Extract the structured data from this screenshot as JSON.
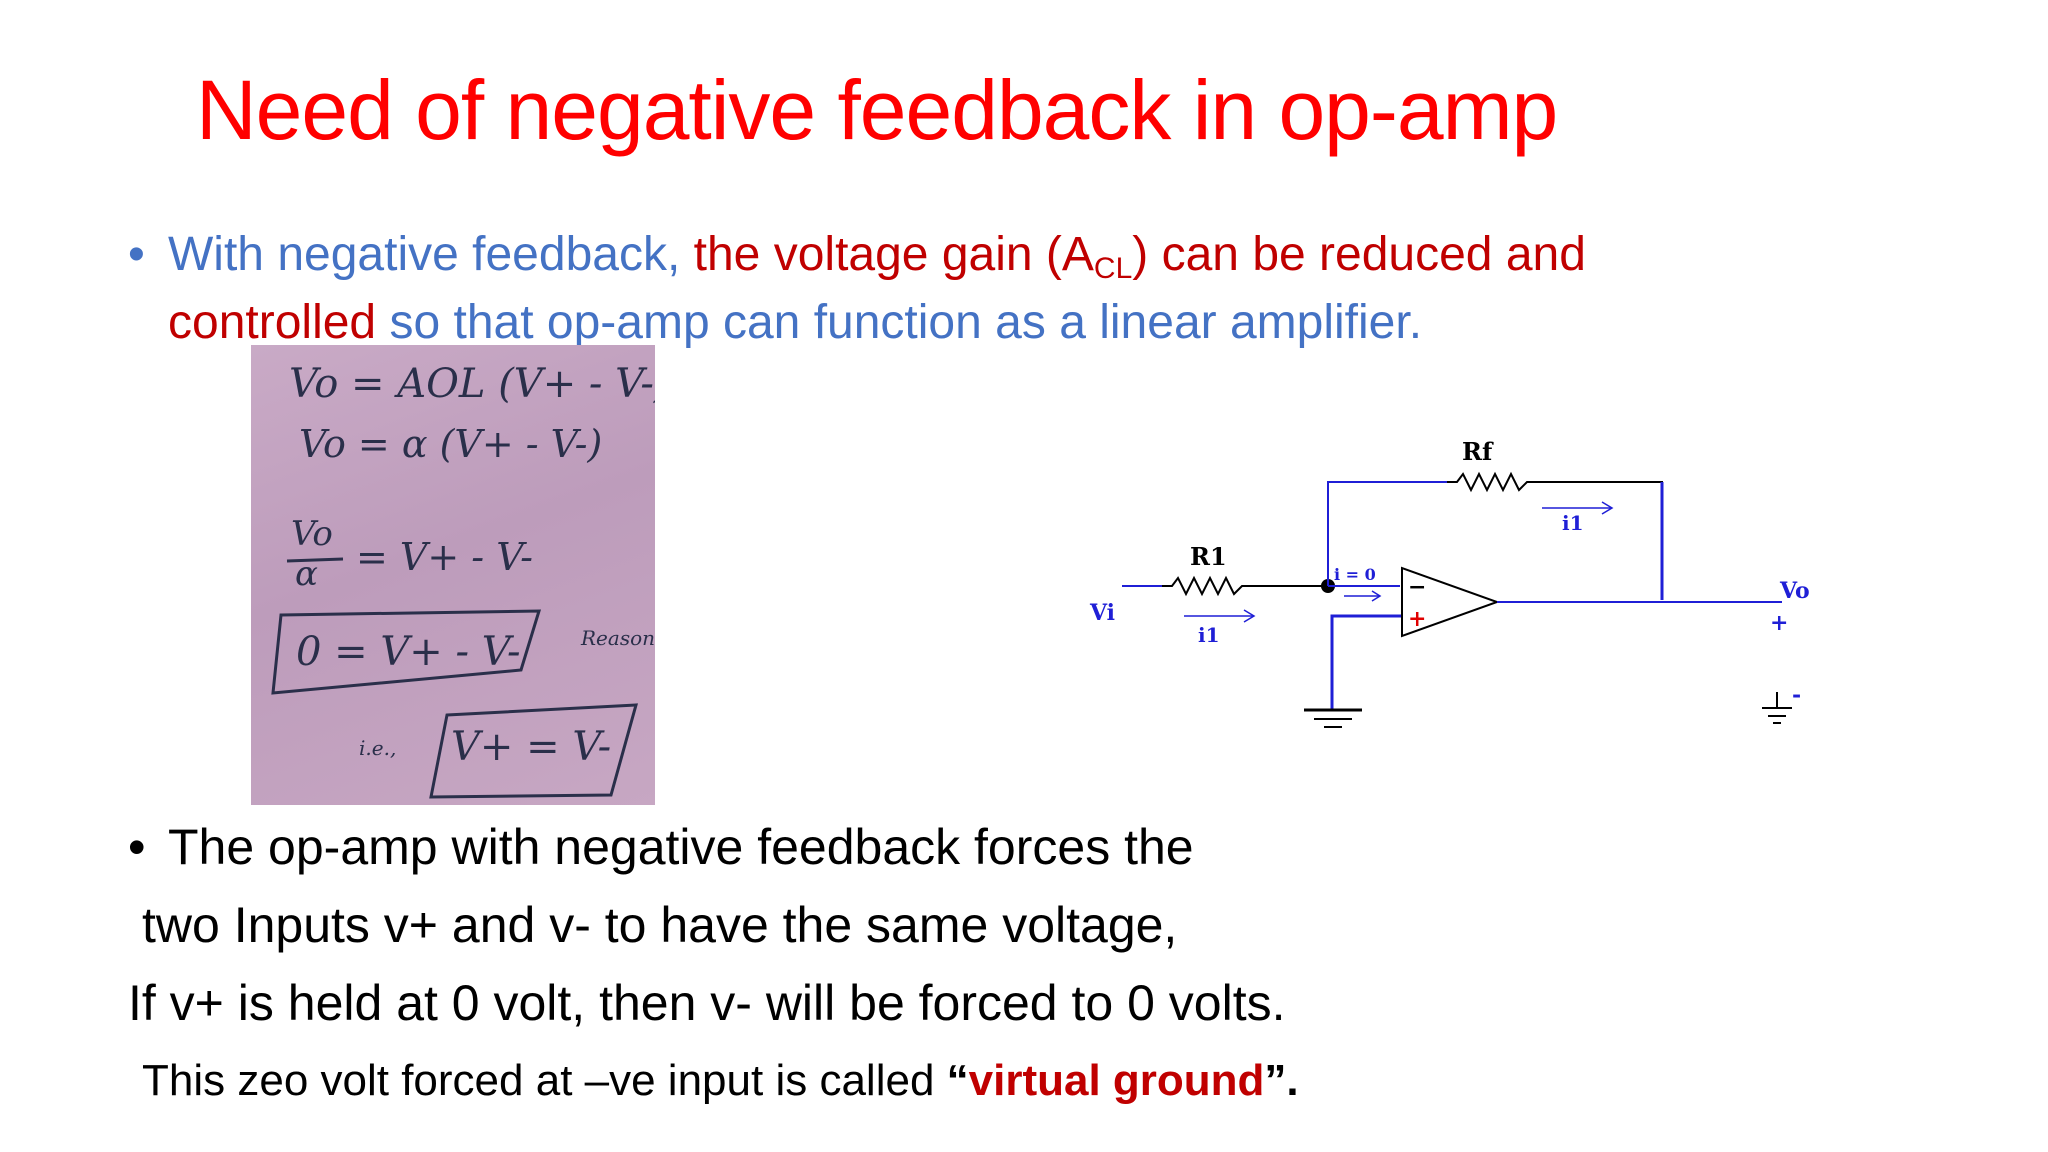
{
  "slide": {
    "title": "Need of negative feedback in op-amp",
    "bullet1": {
      "marker": "•",
      "part1": "With negative feedback, ",
      "part2": "the voltage gain (A",
      "sub": "CL",
      "part3": ") can be reduced and",
      "part4": "controlled",
      "part5": " so that op-amp can function as a linear amplifier."
    },
    "handwritten": {
      "line1": "Vo = AOL (V+ - V-)",
      "line2": "Vo = α (V+ - V-)",
      "line3_num": "Vo",
      "line3_den": "α",
      "line3_rhs": "= V+ - V-",
      "line4": "0 = V+ - V-",
      "line5_prefix": "i.e.,",
      "line5": "V+ = V-",
      "note": "Reason"
    },
    "circuit": {
      "rf": "Rf",
      "r1": "R1",
      "i1_top": "i1",
      "i1_bottom": "i1",
      "i0": "i = 0",
      "vi": "Vi",
      "vo": "Vo",
      "plus_out": "+",
      "minus_out": "-",
      "minus_in": "−",
      "plus_in": "+"
    },
    "bullet2": {
      "marker": "•",
      "line1": "The op-amp with negative feedback forces the",
      "line2": " two Inputs v+ and v- to have the same voltage,",
      "line3": "If v+  is held at  0 volt, then v- will be forced to 0 volts."
    },
    "bullet3": {
      "prefix": "This zeo volt forced at –ve input is called  ",
      "open_quote": "“",
      "term": "virtual ground",
      "close_quote": "”."
    },
    "colors": {
      "title": "#ff0000",
      "blue": "#4472c4",
      "darkred": "#c00000",
      "wire": "#1f1fd6"
    }
  }
}
